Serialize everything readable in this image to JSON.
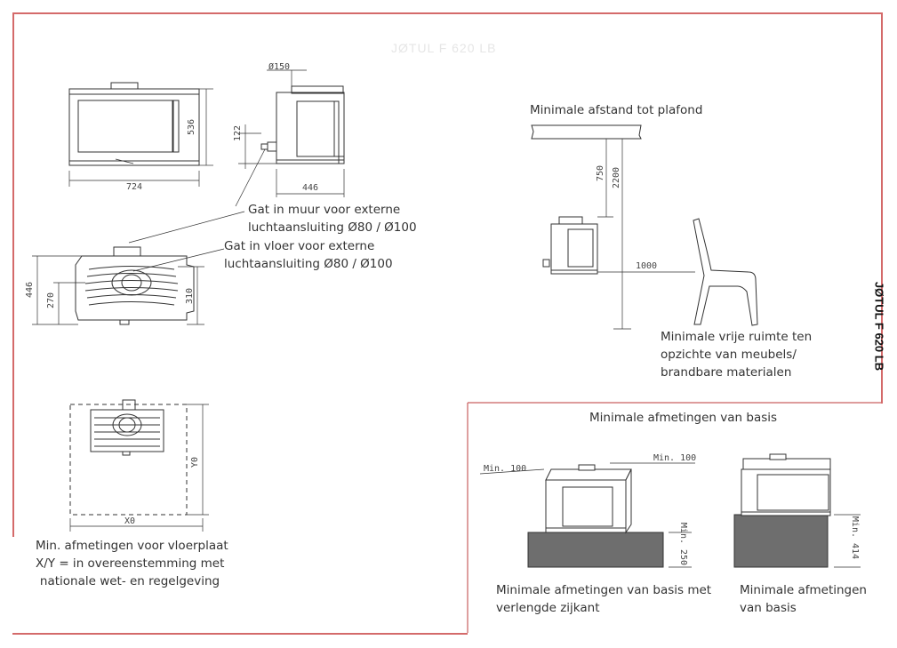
{
  "product_title": "JØTUL F 620 LB",
  "watermark": "JØTUL F 620 LB",
  "dimensions": {
    "pipe_diameter": "Ø150",
    "front_height": "536",
    "front_width": "724",
    "side_depth": "446",
    "side_offset": "122",
    "top_depth": "446",
    "top_270": "270",
    "top_310": "310",
    "ceiling_750": "750",
    "ceiling_2200": "2200",
    "furniture_1000": "1000",
    "plate_y": "Y0",
    "plate_x": "X0",
    "base_min_left": "Min. 100",
    "base_min_right": "Min. 100",
    "base_min_250": "Min. 250",
    "base_min_414": "Min. 414"
  },
  "labels": {
    "wall_hole": [
      "Gat in muur voor externe",
      "luchtaansluiting Ø80 / Ø100"
    ],
    "floor_hole": [
      "Gat in vloer voor externe",
      "luchtaansluiting Ø80 / Ø100"
    ],
    "ceiling": "Minimale afstand tot plafond",
    "furniture": [
      "Minimale vrije ruimte ten",
      "opzichte van meubels/",
      "brandbare materialen"
    ],
    "floorplate": [
      "Min. afmetingen voor vloerplaat",
      "X/Y = in overeenstemming met",
      "nationale wet- en regelgeving"
    ],
    "base_title": "Minimale afmetingen van basis",
    "base_extended": [
      "Minimale afmetingen van basis met",
      "verlengde zijkant"
    ],
    "base_min": [
      "Minimale afmetingen",
      "van basis"
    ]
  },
  "colors": {
    "frame": "#d46a6a",
    "inner_frame": "#c96060",
    "line": "#333333",
    "base_block": "#6e6e6e"
  }
}
